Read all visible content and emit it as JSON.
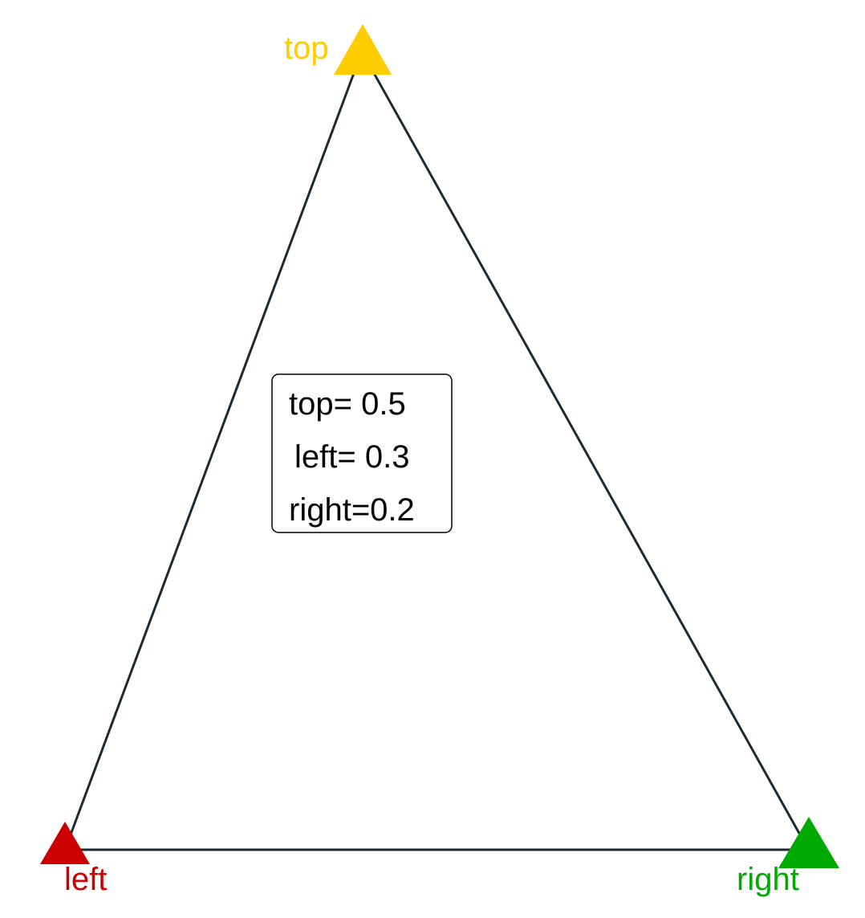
{
  "colors": {
    "edge": "#1b2a33",
    "top": "#ffcc00",
    "left": "#cc0000",
    "right": "#00aa00",
    "box_border": "#000000"
  },
  "vertices": {
    "top": {
      "label": "top"
    },
    "left": {
      "label": "left"
    },
    "right": {
      "label": "right"
    }
  },
  "info_box": {
    "line_top": "top= 0.5",
    "line_left": "left= 0.3",
    "line_right": "right=0.2"
  }
}
